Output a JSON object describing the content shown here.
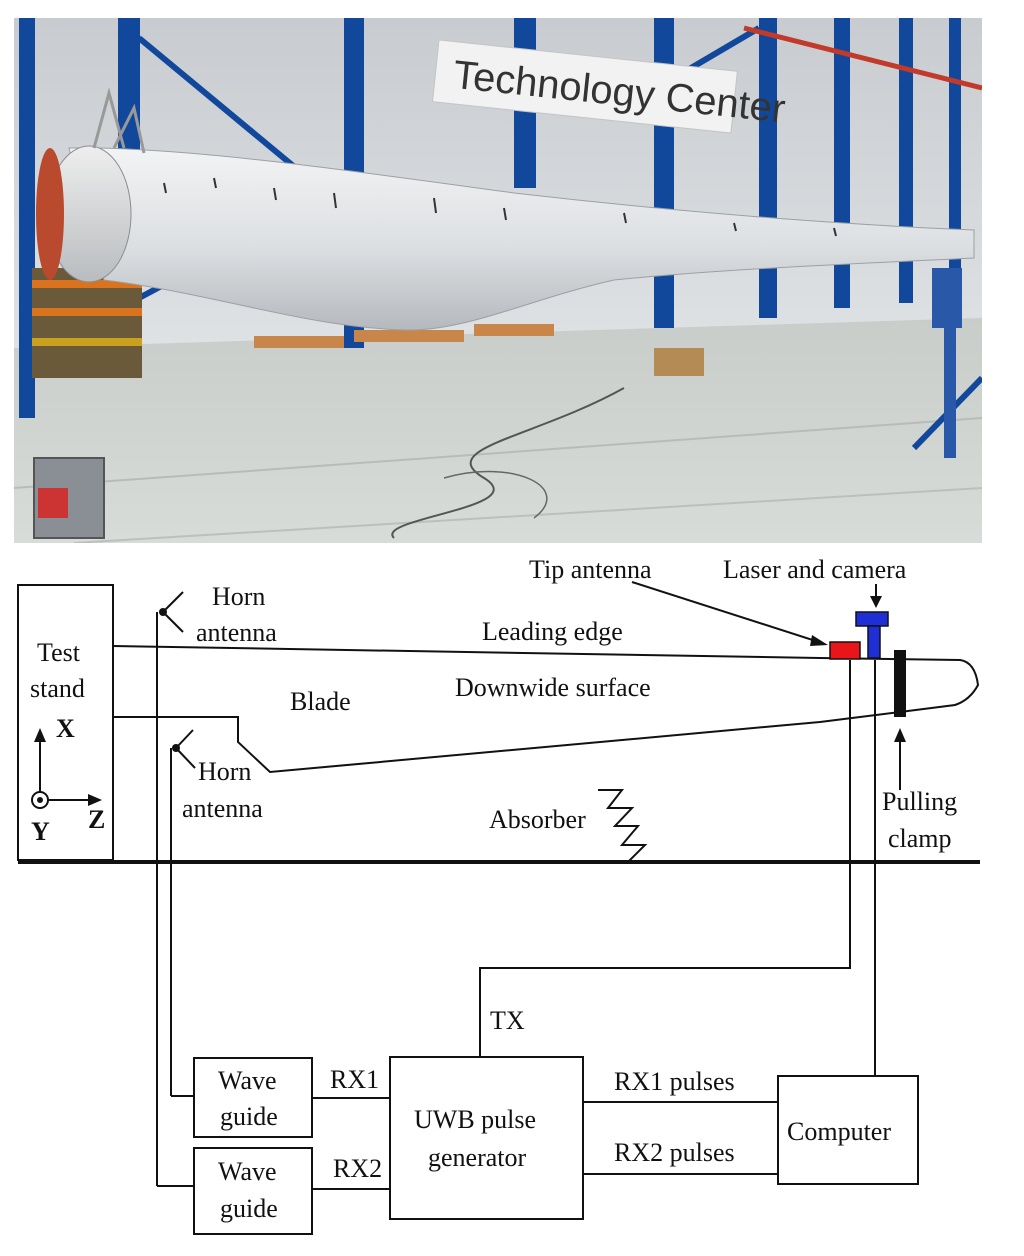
{
  "photo": {
    "sign_text": "Technology Center"
  },
  "diagram": {
    "labels": {
      "test_stand_line1": "Test",
      "test_stand_line2": "stand",
      "axis_x": "X",
      "axis_y": "Y",
      "axis_z": "Z",
      "horn_antenna_top_line1": "Horn",
      "horn_antenna_top_line2": "antenna",
      "horn_antenna_bottom_line1": "Horn",
      "horn_antenna_bottom_line2": "antenna",
      "blade": "Blade",
      "leading_edge": "Leading edge",
      "downwide_surface": "Downwide surface",
      "tip_antenna": "Tip antenna",
      "laser_and_camera": "Laser and camera",
      "pulling_clamp_line1": "Pulling",
      "pulling_clamp_line2": "clamp",
      "absorber": "Absorber",
      "tx": "TX",
      "rx1": "RX1",
      "rx2": "RX2",
      "wave_guide_1_line1": "Wave",
      "wave_guide_1_line2": "guide",
      "wave_guide_2_line1": "Wave",
      "wave_guide_2_line2": "guide",
      "uwb_line1": "UWB pulse",
      "uwb_line2": "generator",
      "rx1_pulses": "RX1 pulses",
      "rx2_pulses": "RX2 pulses",
      "computer": "Computer"
    },
    "colors": {
      "tip_antenna": "#e8161b",
      "laser_camera": "#1f2fd6",
      "clamp": "#111111"
    }
  }
}
